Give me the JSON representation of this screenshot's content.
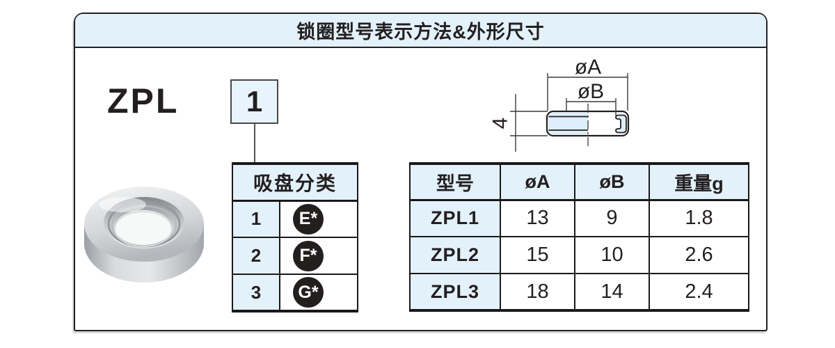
{
  "page": {
    "title": "锁圈型号表示方法&外形尺寸"
  },
  "model_code": {
    "prefix": "ZPL",
    "selector_value": "1"
  },
  "classification_table": {
    "header": "吸盘分类",
    "rows": [
      {
        "index": "1",
        "badge": "E*"
      },
      {
        "index": "2",
        "badge": "F*"
      },
      {
        "index": "3",
        "badge": "G*"
      }
    ]
  },
  "drawing": {
    "dim_outer": "øA",
    "dim_inner": "øB",
    "dim_thickness": "4"
  },
  "spec_table": {
    "headers": {
      "model": "型号",
      "a": "øA",
      "b": "øB",
      "weight": "重量g"
    },
    "rows": [
      {
        "model": "ZPL1",
        "a": "13",
        "b": "9",
        "weight": "1.8"
      },
      {
        "model": "ZPL2",
        "a": "15",
        "b": "10",
        "weight": "2.6"
      },
      {
        "model": "ZPL3",
        "a": "18",
        "b": "14",
        "weight": "2.4"
      }
    ]
  },
  "colors": {
    "accent_bg": "#e3f1fb",
    "line": "#231f20",
    "badge_bg": "#231f1e"
  }
}
